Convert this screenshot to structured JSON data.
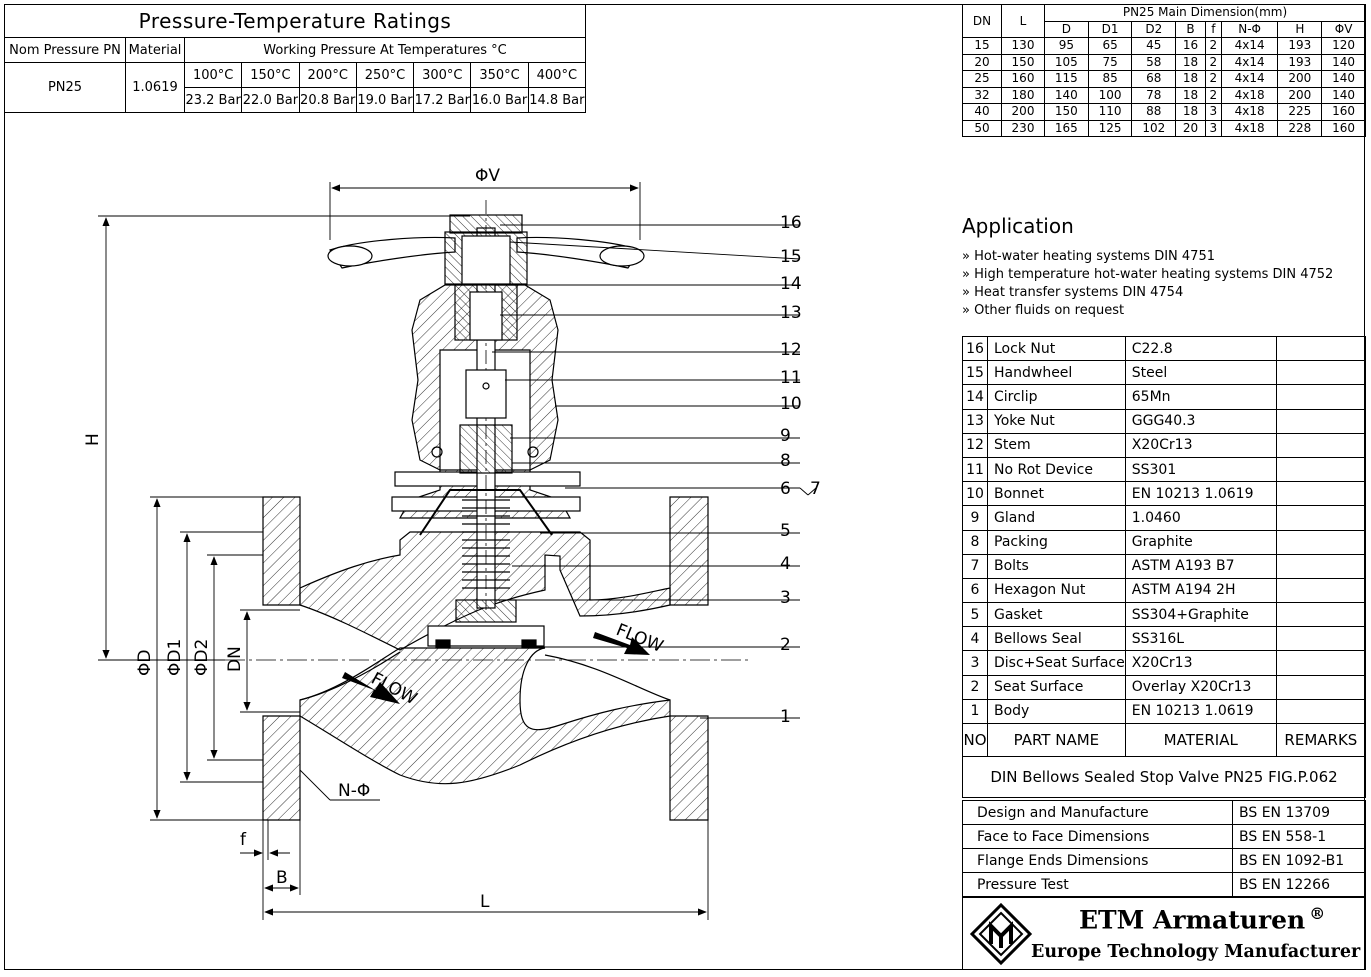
{
  "pressure_table": {
    "title": "Pressure-Temperature Ratings",
    "col_nom": "Nom Pressure PN",
    "col_material": "Material",
    "col_working": "Working Pressure At Temperatures °C",
    "pn": "PN25",
    "material": "1.0619",
    "temperatures": [
      "100°C",
      "150°C",
      "200°C",
      "250°C",
      "300°C",
      "350°C",
      "400°C"
    ],
    "pressures": [
      "23.2 Bar",
      "22.0 Bar",
      "20.8 Bar",
      "19.0 Bar",
      "17.2 Bar",
      "16.0 Bar",
      "14.8 Bar"
    ]
  },
  "dimension_table": {
    "title": "PN25 Main Dimension(mm)",
    "col_dn": "DN",
    "col_l": "L",
    "headers": [
      "D",
      "D1",
      "D2",
      "B",
      "f",
      "N-Φ",
      "H",
      "ΦV"
    ],
    "rows": [
      [
        "15",
        "130",
        "95",
        "65",
        "45",
        "16",
        "2",
        "4x14",
        "193",
        "120"
      ],
      [
        "20",
        "150",
        "105",
        "75",
        "58",
        "18",
        "2",
        "4x14",
        "193",
        "140"
      ],
      [
        "25",
        "160",
        "115",
        "85",
        "68",
        "18",
        "2",
        "4x14",
        "200",
        "140"
      ],
      [
        "32",
        "180",
        "140",
        "100",
        "78",
        "18",
        "2",
        "4x18",
        "200",
        "140"
      ],
      [
        "40",
        "200",
        "150",
        "110",
        "88",
        "18",
        "3",
        "4x18",
        "225",
        "160"
      ],
      [
        "50",
        "230",
        "165",
        "125",
        "102",
        "20",
        "3",
        "4x18",
        "228",
        "160"
      ]
    ]
  },
  "application": {
    "heading": "Application",
    "items": [
      "» Hot-water heating systems DIN 4751",
      "» High temperature hot-water heating systems DIN 4752",
      "» Heat transfer systems DIN 4754",
      "» Other fluids on request"
    ]
  },
  "parts": {
    "rows": [
      [
        "16",
        "Lock Nut",
        "C22.8",
        ""
      ],
      [
        "15",
        "Handwheel",
        "Steel",
        ""
      ],
      [
        "14",
        "Circlip",
        "65Mn",
        ""
      ],
      [
        "13",
        "Yoke Nut",
        "GGG40.3",
        ""
      ],
      [
        "12",
        "Stem",
        "X20Cr13",
        ""
      ],
      [
        "11",
        "No Rot Device",
        "SS301",
        ""
      ],
      [
        "10",
        "Bonnet",
        "EN 10213 1.0619",
        ""
      ],
      [
        "9",
        "Gland",
        "1.0460",
        ""
      ],
      [
        "8",
        "Packing",
        "Graphite",
        ""
      ],
      [
        "7",
        "Bolts",
        "ASTM A193 B7",
        ""
      ],
      [
        "6",
        "Hexagon Nut",
        "ASTM A194 2H",
        ""
      ],
      [
        "5",
        "Gasket",
        "SS304+Graphite",
        ""
      ],
      [
        "4",
        "Bellows Seal",
        "SS316L",
        ""
      ],
      [
        "3",
        "Disc+Seat Surface",
        "X20Cr13",
        ""
      ],
      [
        "2",
        "Seat Surface",
        "Overlay X20Cr13",
        ""
      ],
      [
        "1",
        "Body",
        "EN 10213 1.0619",
        ""
      ]
    ],
    "header": {
      "no": "NO",
      "name": "PART NAME",
      "material": "MATERIAL",
      "remarks": "REMARKS"
    },
    "valve_title": "DIN Bellows Sealed Stop Valve PN25 FIG.P.062"
  },
  "standards": [
    [
      "Design and Manufacture",
      "BS EN 13709"
    ],
    [
      "Face to Face Dimensions",
      "BS EN 558-1"
    ],
    [
      "Flange Ends Dimensions",
      "BS EN 1092-B1"
    ],
    [
      "Pressure Test",
      "BS EN 12266"
    ]
  ],
  "brand": {
    "name": "ETM Armaturen",
    "reg": "®",
    "tagline": "Europe Technology Manufacturer"
  },
  "drawing": {
    "callouts": [
      "16",
      "15",
      "14",
      "13",
      "12",
      "11",
      "10",
      "9",
      "8",
      "6",
      "7",
      "5",
      "4",
      "3",
      "2",
      "1"
    ],
    "dim_v": "ΦV",
    "dim_h": "H",
    "dim_d": "ΦD",
    "dim_d1": "ΦD1",
    "dim_d2": "ΦD2",
    "dim_dn": "DN",
    "dim_n": "N-Φ",
    "dim_f": "f",
    "dim_b": "B",
    "dim_l": "L",
    "flow": "FLOW"
  }
}
